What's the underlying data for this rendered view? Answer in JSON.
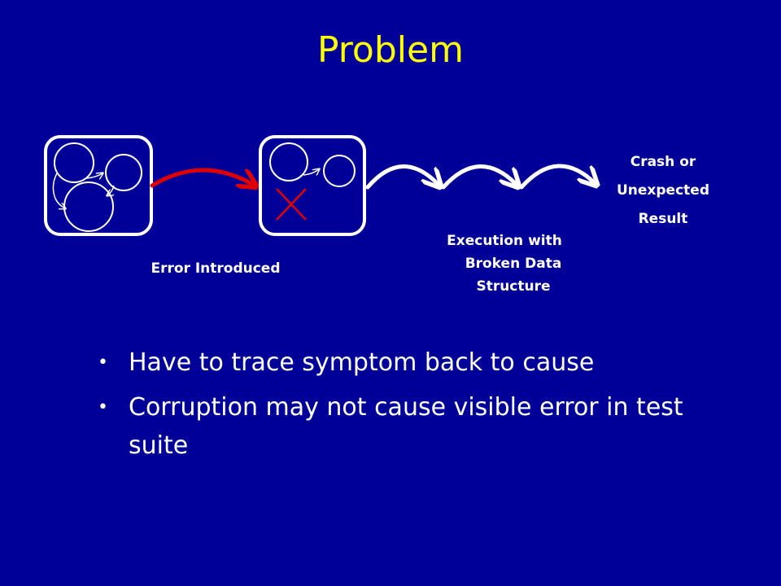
{
  "slide": {
    "title": "Problem",
    "labels": {
      "error_introduced": "Error Introduced",
      "execution_lines": [
        "Execution with",
        "Broken Data",
        "Structure"
      ],
      "crash_lines": [
        "Crash or",
        "Unexpected",
        "Result"
      ]
    },
    "bullets": [
      "Have to trace symptom back to cause",
      "Corruption may not cause visible error in test suite"
    ]
  },
  "colors": {
    "background": "#000099",
    "title": "#ffff00",
    "text": "#ffffff",
    "error_arrow": "#e00000",
    "broken_mark": "#e00000"
  }
}
